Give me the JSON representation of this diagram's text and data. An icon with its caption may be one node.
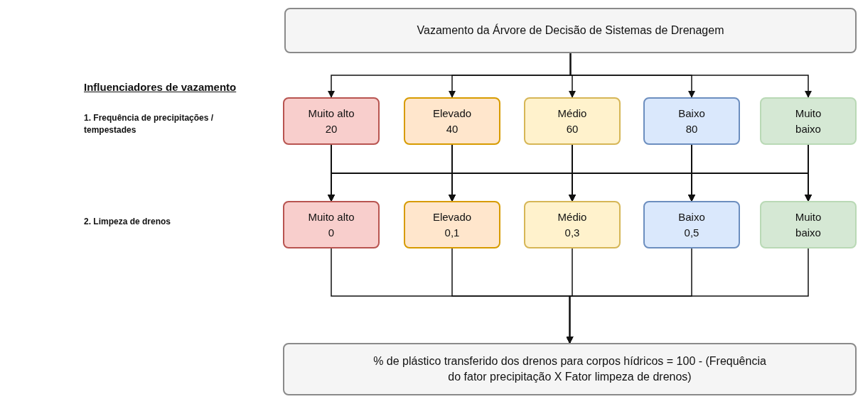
{
  "diagram": {
    "nodes": [
      {
        "text": [
          "Vazamento da Árvore de Decisão de Sistemas de Drenagem"
        ]
      },
      {
        "text": [
          "Muito alto",
          "20"
        ]
      },
      {
        "text": [
          "Elevado",
          "40"
        ]
      },
      {
        "text": [
          "Médio",
          "60"
        ]
      },
      {
        "text": [
          "Baixo",
          "80"
        ]
      },
      {
        "text": [
          "Muito baixo"
        ]
      },
      {
        "text": [
          "Muito alto",
          "0"
        ]
      },
      {
        "text": [
          "Elevado",
          "0,1"
        ]
      },
      {
        "text": [
          "Médio",
          "0,3"
        ]
      },
      {
        "text": [
          "Baixo",
          "0,5"
        ]
      },
      {
        "text": [
          "Muito baixo"
        ]
      },
      {
        "text": [
          "% de plástico transferido dos drenos para corpos hídricos = 100 - (Frequência do fator precipitação X Fator limpeza de drenos)"
        ]
      }
    ],
    "edges": [
      {
        "from": 0,
        "to": 1,
        "arrow": "to"
      },
      {
        "from": 0,
        "to": 2,
        "arrow": "to"
      },
      {
        "from": 0,
        "to": 3,
        "arrow": "to"
      },
      {
        "from": 0,
        "to": 4,
        "arrow": "to"
      },
      {
        "from": 0,
        "to": 5,
        "arrow": "to"
      },
      {
        "from": 1,
        "to": 6,
        "arrow": "to"
      },
      {
        "from": 1,
        "to": 7,
        "arrow": "to"
      },
      {
        "from": 1,
        "to": 8,
        "arrow": "to"
      },
      {
        "from": 1,
        "to": 9,
        "arrow": "to"
      },
      {
        "from": 1,
        "to": 10,
        "arrow": "to"
      },
      {
        "from": 2,
        "to": 6,
        "arrow": "to"
      },
      {
        "from": 2,
        "to": 7,
        "arrow": "to"
      },
      {
        "from": 2,
        "to": 8,
        "arrow": "to"
      },
      {
        "from": 2,
        "to": 9,
        "arrow": "to"
      },
      {
        "from": 2,
        "to": 10,
        "arrow": "to"
      },
      {
        "from": 3,
        "to": 6,
        "arrow": "to"
      },
      {
        "from": 3,
        "to": 7,
        "arrow": "to"
      },
      {
        "from": 3,
        "to": 8,
        "arrow": "to"
      },
      {
        "from": 3,
        "to": 9,
        "arrow": "to"
      },
      {
        "from": 3,
        "to": 10,
        "arrow": "to"
      },
      {
        "from": 4,
        "to": 6,
        "arrow": "to"
      },
      {
        "from": 4,
        "to": 7,
        "arrow": "to"
      },
      {
        "from": 4,
        "to": 8,
        "arrow": "to"
      },
      {
        "from": 4,
        "to": 9,
        "arrow": "to"
      },
      {
        "from": 4,
        "to": 10,
        "arrow": "to"
      },
      {
        "from": 5,
        "to": 6,
        "arrow": "to"
      },
      {
        "from": 5,
        "to": 7,
        "arrow": "to"
      },
      {
        "from": 5,
        "to": 8,
        "arrow": "to"
      },
      {
        "from": 5,
        "to": 9,
        "arrow": "to"
      },
      {
        "from": 5,
        "to": 10,
        "arrow": "to"
      },
      {
        "from": 6,
        "to": 11,
        "arrow": "to"
      },
      {
        "from": 7,
        "to": 11,
        "arrow": "to"
      },
      {
        "from": 8,
        "to": 11,
        "arrow": "to"
      },
      {
        "from": 9,
        "to": 11,
        "arrow": "to"
      },
      {
        "from": 10,
        "to": 11,
        "arrow": "to"
      }
    ],
    "labels": [
      "Influenciadores de vazamento",
      "1. Frequência de precipitações / tempestades",
      "2. Limpeza de drenos"
    ]
  }
}
